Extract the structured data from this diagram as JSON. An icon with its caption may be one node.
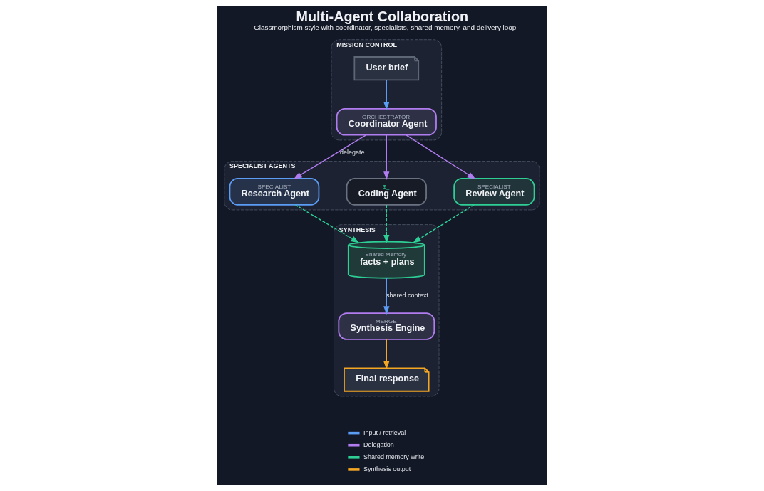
{
  "diagram": {
    "title": "Multi-Agent Collaboration",
    "caption": "Glassmorphism style with coordinator, specialists, shared memory, and delivery loop",
    "nodes": [
      {
        "text": [
          "MISSION CONTROL"
        ]
      },
      {
        "text": [
          "User brief"
        ],
        "in": 0
      },
      {
        "text": [
          "ORCHESTRATOR",
          "Coordinator Agent"
        ],
        "in": 0
      },
      {
        "text": [
          "SPECIALIST AGENTS"
        ]
      },
      {
        "text": [
          "SPECIALIST",
          "Research Agent"
        ],
        "in": 3
      },
      {
        "text": [
          "$_",
          "Coding Agent"
        ],
        "in": 3
      },
      {
        "text": [
          "SPECIALIST",
          "Review Agent"
        ],
        "in": 3
      },
      {
        "text": [
          "SYNTHESIS"
        ]
      },
      {
        "text": [
          "Shared Memory",
          "facts + plans"
        ],
        "in": 7
      },
      {
        "text": [
          "MERGE",
          "Synthesis Engine"
        ],
        "in": 7
      },
      {
        "text": [
          "Final response"
        ],
        "in": 7
      }
    ],
    "edges": [
      {
        "from": 1,
        "to": 2,
        "arrow": "to",
        "color": "#5b9cf5"
      },
      {
        "from": 2,
        "to": 4,
        "arrow": "to",
        "label": "delegate"
      },
      {
        "from": 2,
        "to": 5,
        "arrow": "to"
      },
      {
        "from": 2,
        "to": 6,
        "arrow": "to"
      },
      {
        "from": 4,
        "to": 8,
        "arrow": "to",
        "style": "dashed",
        "color": "#2ecf95"
      },
      {
        "from": 5,
        "to": 8,
        "arrow": "to",
        "style": "dashed",
        "color": "#2ecf95"
      },
      {
        "from": 6,
        "to": 8,
        "arrow": "to",
        "style": "dashed",
        "color": "#2ecf95"
      },
      {
        "from": 8,
        "to": 9,
        "arrow": "to",
        "label": "shared context",
        "color": "#5b9cf5"
      },
      {
        "from": 9,
        "to": 10,
        "arrow": "to",
        "color": "#f5a623"
      }
    ],
    "legend": [
      {
        "text": "Input / retrieval"
      },
      {
        "text": "Delegation"
      },
      {
        "text": "Shared memory write"
      },
      {
        "text": "Synthesis output"
      }
    ]
  }
}
